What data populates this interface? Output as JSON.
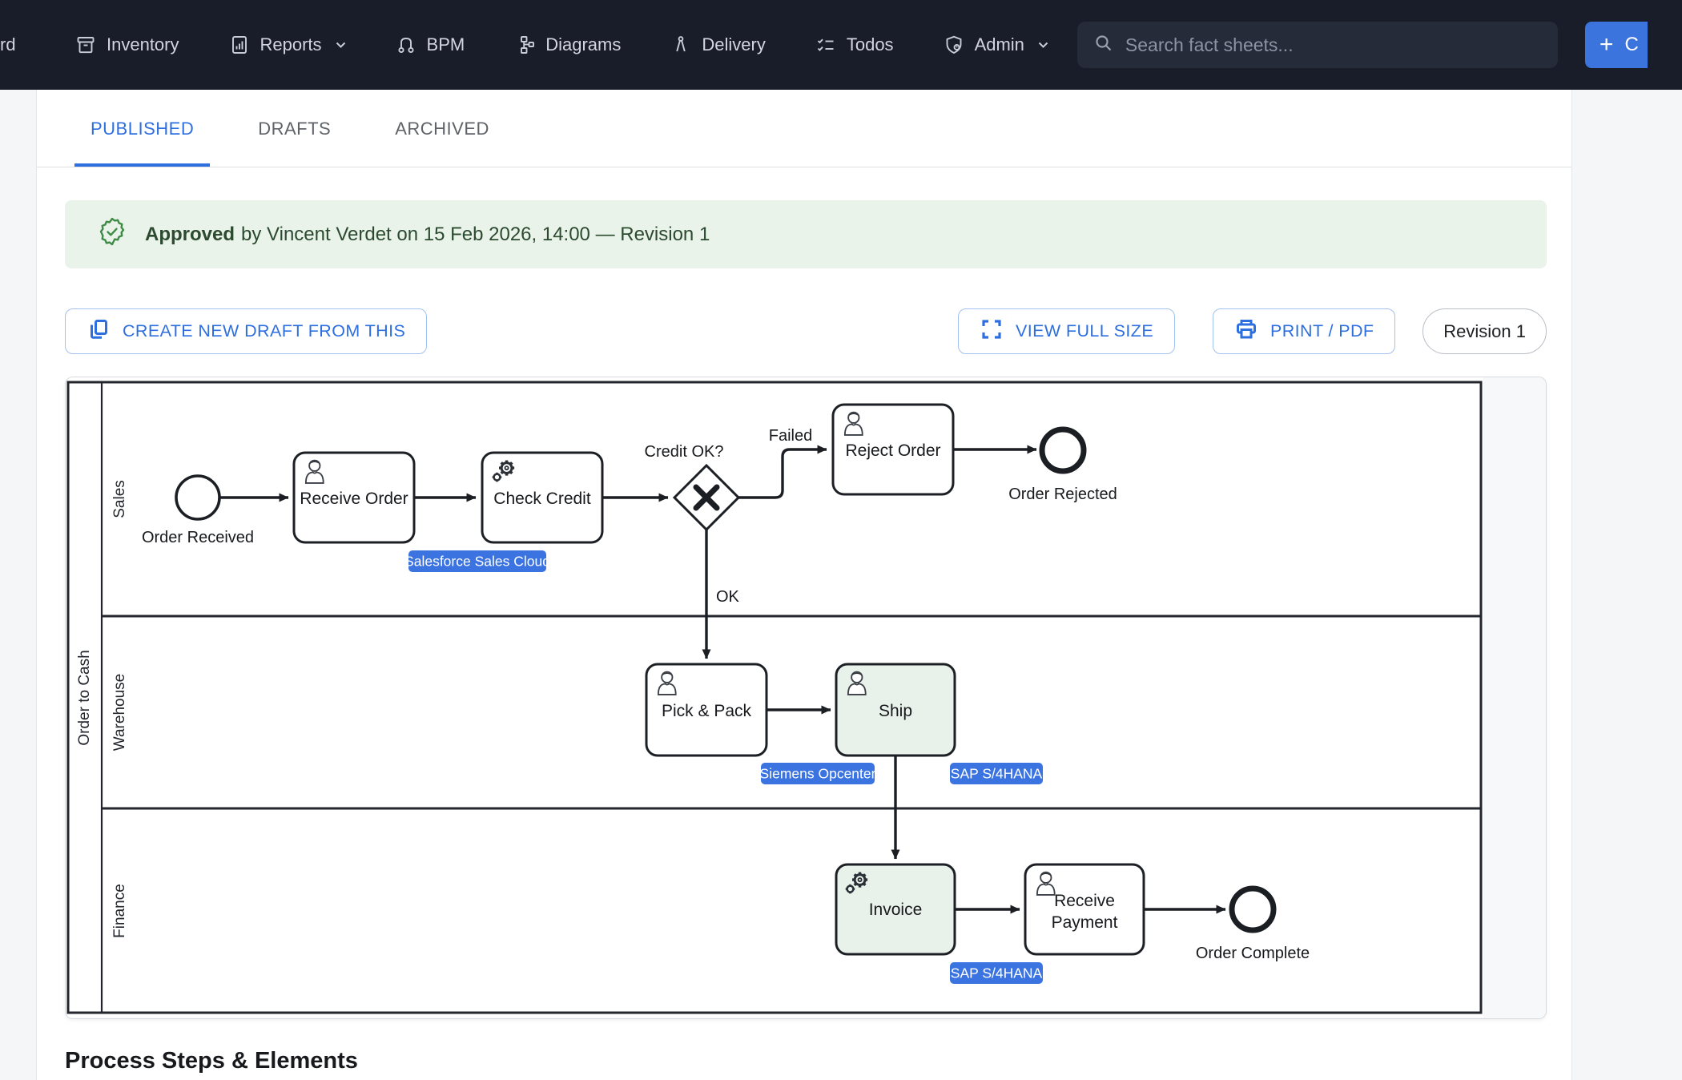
{
  "nav": {
    "items": [
      {
        "label": "rd"
      },
      {
        "label": "Inventory"
      },
      {
        "label": "Reports"
      },
      {
        "label": "BPM"
      },
      {
        "label": "Diagrams"
      },
      {
        "label": "Delivery"
      },
      {
        "label": "Todos"
      },
      {
        "label": "Admin"
      }
    ],
    "search_placeholder": "Search fact sheets...",
    "create_label": "C"
  },
  "tabs": [
    {
      "label": "PUBLISHED"
    },
    {
      "label": "DRAFTS"
    },
    {
      "label": "ARCHIVED"
    }
  ],
  "banner": {
    "approved_label": "Approved",
    "detail_text": "by Vincent Verdet on 15 Feb 2026, 14:00 — Revision 1"
  },
  "actions": {
    "create_draft": "CREATE NEW DRAFT FROM THIS",
    "view_full_size": "VIEW FULL SIZE",
    "print_pdf": "PRINT / PDF",
    "revision": "Revision 1"
  },
  "diagram": {
    "pool_label": "Order to Cash",
    "lanes": {
      "sales": "Sales",
      "warehouse": "Warehouse",
      "finance": "Finance"
    },
    "nodes": {
      "start": {
        "label": "Order Received",
        "type": "start-event"
      },
      "receive_order": {
        "label": "Receive Order",
        "type": "user-task"
      },
      "check_credit": {
        "label": "Check Credit",
        "type": "service-task"
      },
      "gateway": {
        "label": "Credit OK?",
        "type": "exclusive-gateway"
      },
      "reject_order": {
        "label": "Reject Order",
        "type": "user-task"
      },
      "order_rejected": {
        "label": "Order Rejected",
        "type": "end-event"
      },
      "pick_pack": {
        "label": "Pick & Pack",
        "type": "user-task"
      },
      "ship": {
        "label": "Ship",
        "type": "user-task",
        "highlight": true
      },
      "invoice": {
        "label": "Invoice",
        "type": "service-task",
        "highlight": true
      },
      "receive_payment": {
        "lines": [
          "Receive",
          "Payment"
        ],
        "type": "user-task"
      },
      "order_complete": {
        "label": "Order Complete",
        "type": "end-event"
      }
    },
    "edge_labels": {
      "failed": "Failed",
      "ok": "OK"
    },
    "badges": {
      "salesforce": "Salesforce Sales Cloud",
      "siemens": "Siemens Opcenter",
      "sap_warehouse": "SAP S/4HANA",
      "sap_finance": "SAP S/4HANA"
    }
  },
  "section_heading": "Process Steps & Elements",
  "colors": {
    "accent_blue": "#2e6fe0",
    "badge_blue": "#3b74e0",
    "task_highlight_green": "#e9f2ea",
    "banner_bg_green": "#e9f3ea",
    "banner_text_green": "#2b4a2f",
    "nav_bg": "#191c29"
  }
}
